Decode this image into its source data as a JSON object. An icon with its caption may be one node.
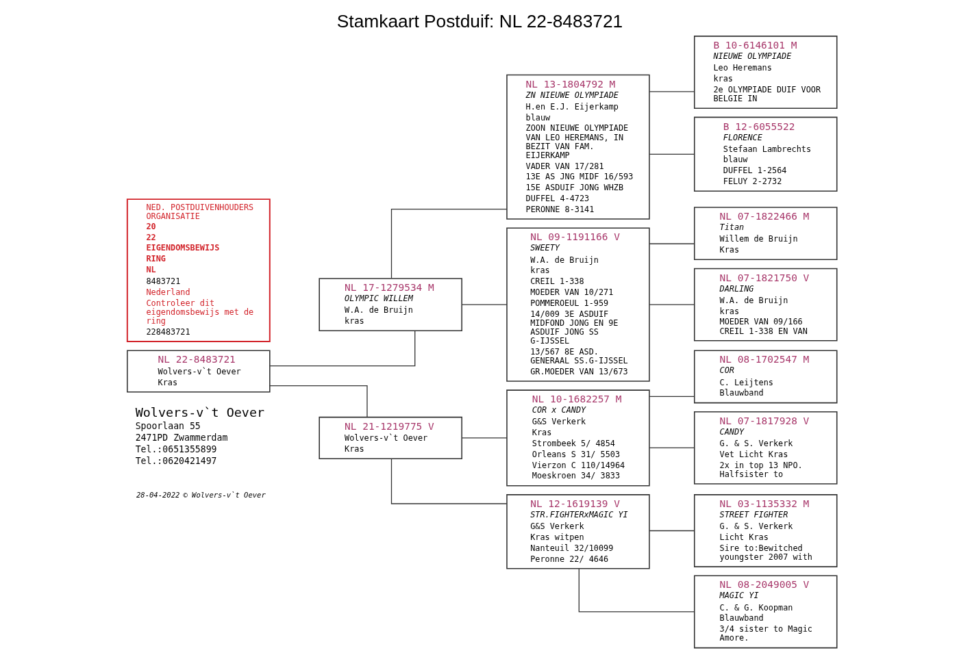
{
  "diagram": {
    "title": "Stamkaart Postduif: NL 22-8483721",
    "nodes": [
      {
        "text": [
          "NED. POSTDUIVENHOUDERS ORGANISATIE",
          "20",
          "22",
          "EIGENDOMSBEWIJS",
          "RING",
          "NL",
          "8483721",
          "Nederland",
          "Controleer dit eigendomsbewijs met de ring",
          "228483721"
        ]
      },
      {
        "text": [
          "NL 22-8483721",
          "Wolvers-v`t Oever",
          "Kras"
        ]
      },
      {
        "text": [
          "NL 17-1279534 M",
          "OLYMPIC WILLEM",
          "W.A. de Bruijn",
          "kras"
        ]
      },
      {
        "text": [
          "NL 21-1219775 V",
          "Wolvers-v`t Oever",
          "Kras"
        ]
      },
      {
        "text": [
          "NL 13-1804792 M",
          "ZN NIEUWE OLYMPIADE",
          "H.en E.J. Eijerkamp",
          "blauw",
          "ZOON NIEUWE OLYMPIADE VAN LEO HEREMANS, IN BEZIT VAN FAM. EIJERKAMP",
          "VADER VAN 17/281",
          "13E AS JNG MIDF 16/593",
          "15E ASDUIF JONG WHZB",
          "DUFFEL 4-4723",
          "PERONNE 8-3141"
        ]
      },
      {
        "text": [
          "NL 09-1191166 V",
          "SWEETY",
          "W.A. de Bruijn",
          "kras",
          "CREIL 1-338",
          "MOEDER VAN 10/271",
          "POMMEROEUL 1-959",
          "14/009 3E ASDUIF MIDFOND JONG EN 9E ASDUIF JONG SS G-IJSSEL",
          "13/567 8E ASD. GENERAAL SS.G-IJSSEL",
          "GR.MOEDER VAN 13/673"
        ]
      },
      {
        "text": [
          "NL 10-1682257 M",
          "COR x CANDY",
          "G&S Verkerk",
          "Kras",
          "Strombeek 5/ 4854",
          "Orleans S 31/ 5503",
          "Vierzon C 110/14964",
          "Moeskroen 34/ 3833"
        ]
      },
      {
        "text": [
          "NL 12-1619139 V",
          "STR.FIGHTERxMAGIC YI",
          "G&S Verkerk",
          "Kras witpen",
          "Nanteuil 32/10099",
          "Peronne 22/ 4646"
        ]
      },
      {
        "text": [
          "B 10-6146101 M",
          "NIEUWE OLYMPIADE",
          "Leo Heremans",
          "kras",
          "2e OLYMPIADE DUIF VOOR BELGIE IN"
        ]
      },
      {
        "text": [
          "B 12-6055522",
          "FLORENCE",
          "Stefaan Lambrechts",
          "blauw",
          "DUFFEL 1-2564",
          "FELUY 2-2732"
        ]
      },
      {
        "text": [
          "NL 07-1822466 M",
          "Titan",
          "Willem de Bruijn",
          "Kras"
        ]
      },
      {
        "text": [
          "NL 07-1821750 V",
          "DARLING",
          "W.A. de Bruijn",
          "kras",
          "MOEDER VAN 09/166 CREIL 1-338 EN VAN"
        ]
      },
      {
        "text": [
          "NL 08-1702547 M",
          "COR",
          "C. Leijtens",
          "Blauwband"
        ]
      },
      {
        "text": [
          "NL 07-1817928 V",
          "CANDY",
          "G. & S. Verkerk",
          "Vet Licht Kras",
          "2x in top 13 NPO. Halfsister to"
        ]
      },
      {
        "text": [
          "NL 03-1135332 M",
          "STREET FIGHTER",
          "G. & S. Verkerk",
          "Licht Kras",
          "Sire to:Bewitched youngster 2007 with"
        ]
      },
      {
        "text": [
          "NL 08-2049005 V",
          "MAGIC YI",
          "C. & G. Koopman",
          "Blauwband",
          "3/4 sister to Magic Amore."
        ]
      }
    ],
    "edges": [
      {
        "from": 1,
        "to": 2,
        "arrow": "none"
      },
      {
        "from": 1,
        "to": 3,
        "arrow": "none"
      },
      {
        "from": 2,
        "to": 4,
        "arrow": "none"
      },
      {
        "from": 2,
        "to": 5,
        "arrow": "none"
      },
      {
        "from": 3,
        "to": 6,
        "arrow": "none"
      },
      {
        "from": 3,
        "to": 7,
        "arrow": "none"
      },
      {
        "from": 4,
        "to": 8,
        "arrow": "none"
      },
      {
        "from": 4,
        "to": 9,
        "arrow": "none"
      },
      {
        "from": 5,
        "to": 10,
        "arrow": "none"
      },
      {
        "from": 5,
        "to": 11,
        "arrow": "none"
      },
      {
        "from": 6,
        "to": 12,
        "arrow": "none"
      },
      {
        "from": 6,
        "to": 13,
        "arrow": "none"
      },
      {
        "from": 7,
        "to": 14,
        "arrow": "none"
      },
      {
        "from": 7,
        "to": 15,
        "arrow": "none"
      }
    ],
    "labels": [
      "Wolvers-v`t Oever",
      "Spoorlaan 55",
      "2471PD Zwammerdam",
      "Tel.:0651355899",
      "Tel.:0620421497",
      "28-04-2022",
      "© Wolvers-v`t Oever"
    ]
  }
}
